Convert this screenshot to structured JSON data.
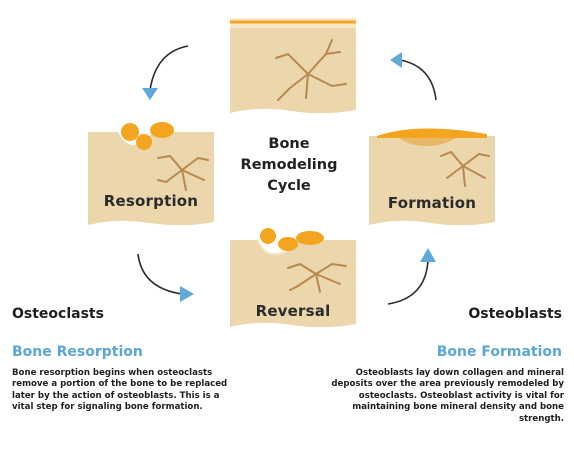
{
  "title_lines": [
    "Bone",
    "Remodeling",
    "Cycle"
  ],
  "stages": {
    "resorption": "Resorption",
    "formation": "Formation",
    "reversal": "Reversal"
  },
  "left": {
    "heading": "Osteoclasts",
    "subheading": "Bone Resorption",
    "body": "Bone resorption begins when osteoclasts remove a portion of the bone to be replaced later by the action of osteoblasts. This is a vital step for signaling bone formation."
  },
  "right": {
    "heading": "Osteoblasts",
    "subheading": "Bone Formation",
    "body": "Osteoblasts lay down collagen and mineral deposits over the area previously remodeled by osteoclasts. Osteoblast activity is vital for maintaining bone mineral density and bone strength."
  },
  "colors": {
    "bone": "#ecd7ad",
    "bone_top": "#f5e7c7",
    "crack": "#b8894f",
    "cell": "#f3a51f",
    "arrow_head": "#5ea9d6",
    "accent_blue": "#5aa6d6"
  }
}
